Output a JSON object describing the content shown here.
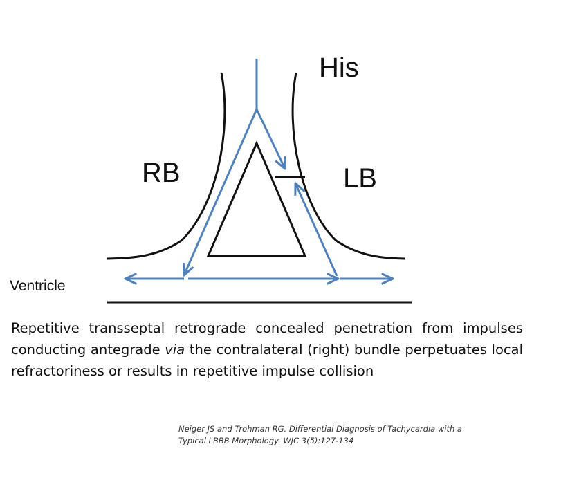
{
  "diagram": {
    "labels": {
      "his": "His",
      "rb": "RB",
      "lb": "LB",
      "ventricle": "Ventricle"
    },
    "colors": {
      "ink": "#111111",
      "pathway": "#4f81bd"
    }
  },
  "caption": {
    "part1": "Repetitive transseptal retrograde concealed penetration from impulses conducting antegrade ",
    "via": "via",
    "part2": " the contralateral (right) bundle perpetuates local refractoriness or results in repetitive impulse collision"
  },
  "citation": {
    "line1": "Neiger JS and Trohman RG. Differential Diagnosis of Tachycardia with a",
    "line2": "Typical LBBB Morphology. WJC 3(5):127-134"
  }
}
